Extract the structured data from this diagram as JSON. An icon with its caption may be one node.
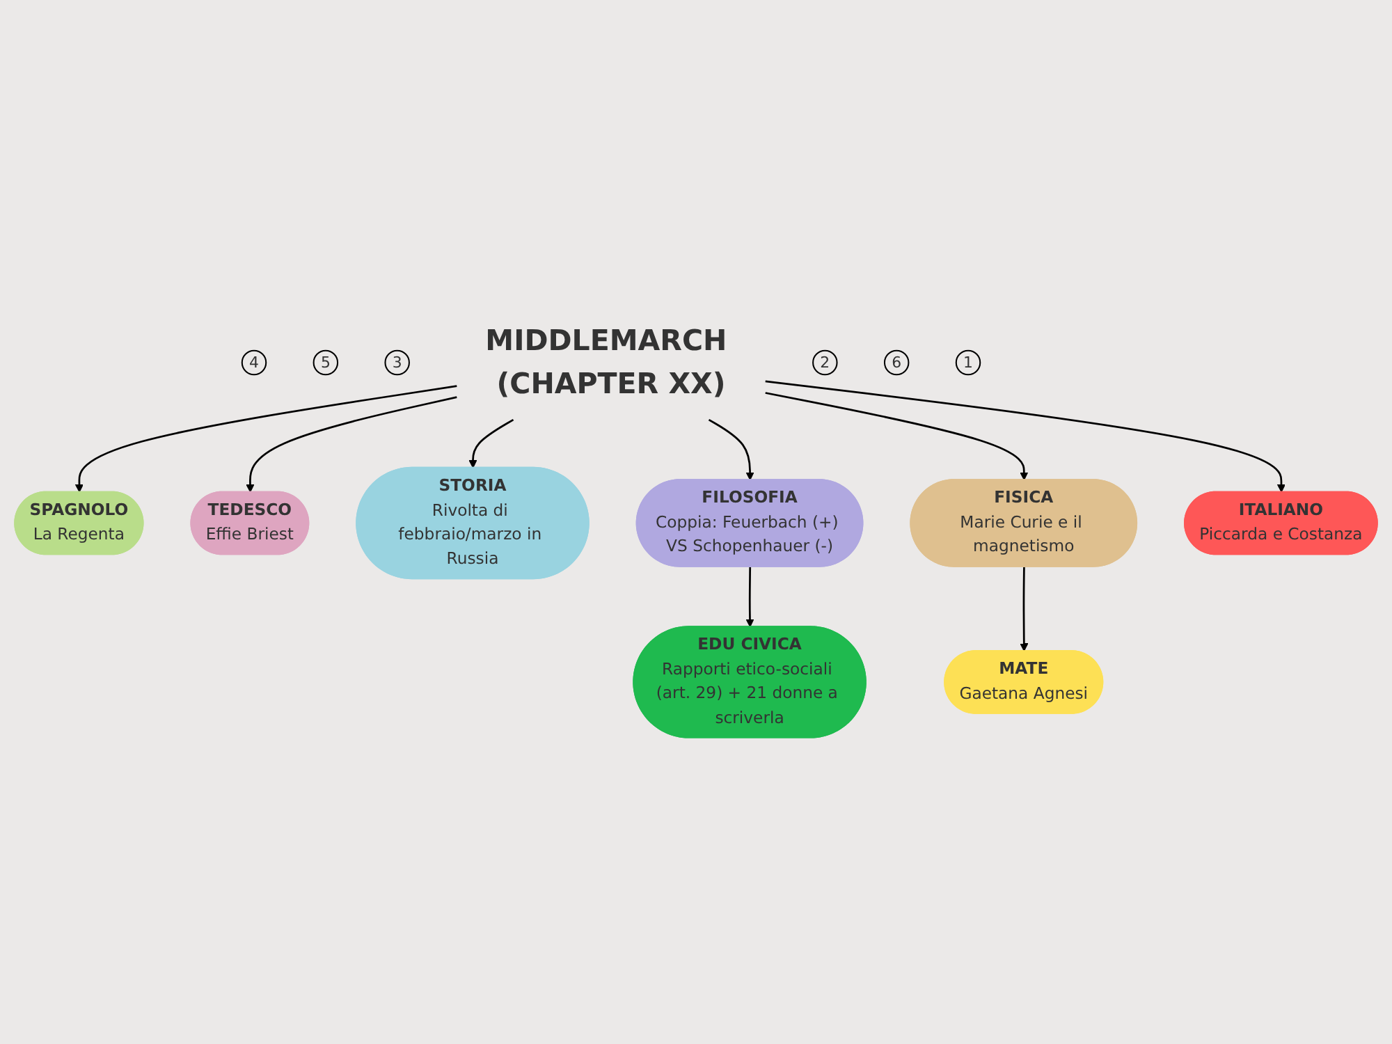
{
  "diagram": {
    "nodes": [
      {
        "text": [
          "4"
        ]
      },
      {
        "text": [
          "SPAGNOLO",
          "La Regenta"
        ]
      },
      {
        "text": [
          "5"
        ]
      },
      {
        "text": [
          "TEDESCO",
          "Effie Briest"
        ]
      },
      {
        "text": [
          "3"
        ]
      },
      {
        "text": [
          "STORIA",
          "Rivolta di febbraio/marzo in Russia"
        ]
      },
      {
        "text": [
          "MIDDLEMARCH (CHAPTER XX)"
        ]
      },
      {
        "text": [
          "2"
        ]
      },
      {
        "text": [
          "6"
        ]
      },
      {
        "text": [
          "FILOSOFIA",
          "Coppia: Feuerbach (+) VS Schopenhauer (-)"
        ]
      },
      {
        "text": [
          "1"
        ]
      },
      {
        "text": [
          "FISICA",
          "Marie Curie e il magnetismo"
        ]
      },
      {
        "text": [
          "ITALIANO",
          "Piccarda e Costanza"
        ]
      },
      {
        "text": [
          "EDU CIVICA",
          "Rapporti etico-sociali (art. 29) + 21 donne a scriverla"
        ]
      },
      {
        "text": [
          "MATE",
          "Gaetana Agnesi"
        ]
      }
    ],
    "edges": [
      {
        "from": 6,
        "to": 5,
        "arrow": "to"
      },
      {
        "from": 6,
        "to": 1,
        "arrow": "to"
      },
      {
        "from": 6,
        "to": 3,
        "arrow": "to"
      },
      {
        "from": 6,
        "to": 9,
        "arrow": "to"
      },
      {
        "from": 6,
        "to": 12,
        "arrow": "to"
      },
      {
        "from": 6,
        "to": 11,
        "arrow": "to"
      },
      {
        "from": 9,
        "to": 13,
        "arrow": "to"
      },
      {
        "from": 11,
        "to": 14,
        "arrow": "to"
      }
    ]
  }
}
